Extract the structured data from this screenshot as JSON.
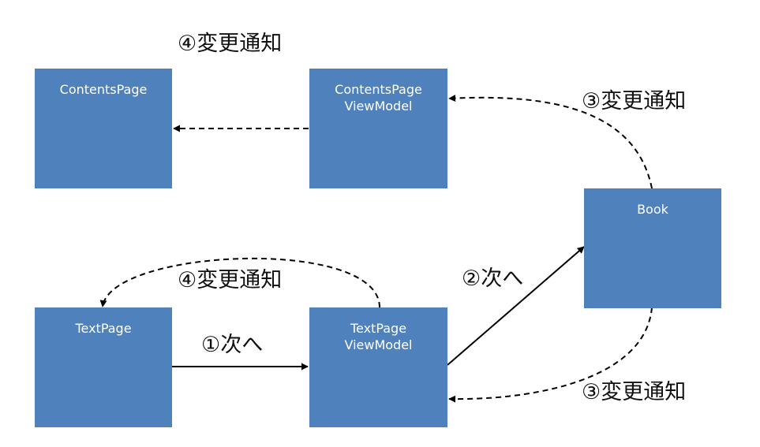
{
  "nodes": {
    "contents_page": {
      "lines": [
        "ContentsPage"
      ]
    },
    "contents_page_view_model": {
      "lines": [
        "ContentsPage",
        "ViewModel"
      ]
    },
    "book": {
      "lines": [
        "Book"
      ]
    },
    "text_page": {
      "lines": [
        "TextPage"
      ]
    },
    "text_page_view_model": {
      "lines": [
        "TextPage",
        "ViewModel"
      ]
    }
  },
  "labels": {
    "notify_top": "④変更通知",
    "notify_book_to_contents_vm": "③変更通知",
    "notify_text_vm_to_text_page": "④変更通知",
    "next_to_book": "②次へ",
    "next_to_text_vm": "①次へ",
    "notify_book_to_text_vm": "③変更通知"
  },
  "colors": {
    "box_fill": "#4f81bd",
    "box_text": "#ffffff",
    "edge": "#000000",
    "label_text": "#111111"
  }
}
